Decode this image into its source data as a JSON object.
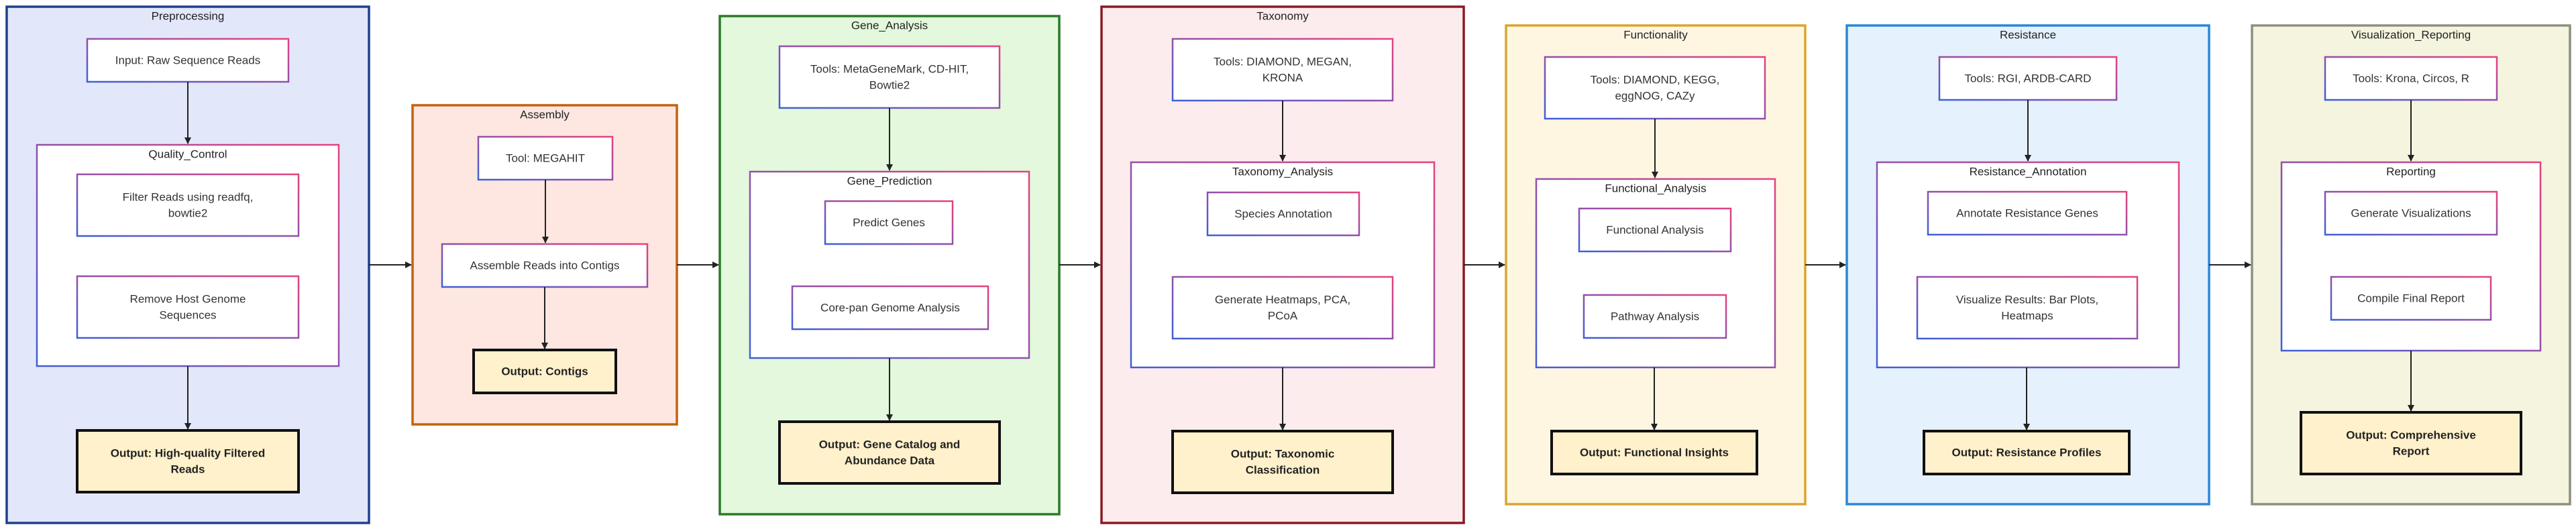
{
  "theme": {
    "node_gradient": [
      "#3f5fd6",
      "#e5427e"
    ],
    "output_fill": "#fff1cc",
    "output_stroke": "#111111",
    "edge_color": "#222222"
  },
  "groups": [
    {
      "id": "preprocessing",
      "title": "Preprocessing",
      "fill": "#e2e8fa",
      "stroke": "#1f3f91",
      "subgroup": {
        "title": "Quality_Control",
        "nodes": [
          [
            "Filter Reads using readfq,",
            "bowtie2"
          ],
          [
            "Remove Host Genome",
            "Sequences"
          ]
        ]
      },
      "input": [
        "Input: Raw Sequence Reads"
      ],
      "output": [
        "Output: High-quality Filtered",
        "Reads"
      ]
    },
    {
      "id": "assembly",
      "title": "Assembly",
      "fill": "#fde7e0",
      "stroke": "#c4610f",
      "tool": [
        "Tool: MEGAHIT"
      ],
      "nodes": [
        [
          "Assemble Reads into Contigs"
        ]
      ],
      "output": [
        "Output: Contigs"
      ]
    },
    {
      "id": "gene-analysis",
      "title": "Gene_Analysis",
      "fill": "#e3f8dc",
      "stroke": "#2a7a2a",
      "tool": [
        "Tools: MetaGeneMark, CD-HIT,",
        "Bowtie2"
      ],
      "subgroup": {
        "title": "Gene_Prediction",
        "nodes": [
          [
            "Predict Genes"
          ],
          [
            "Core-pan Genome Analysis"
          ]
        ]
      },
      "output": [
        "Output: Gene Catalog and",
        "Abundance Data"
      ]
    },
    {
      "id": "taxonomy",
      "title": "Taxonomy",
      "fill": "#fdeced",
      "stroke": "#8a1a25",
      "tool": [
        "Tools: DIAMOND, MEGAN,",
        "KRONA"
      ],
      "subgroup": {
        "title": "Taxonomy_Analysis",
        "nodes": [
          [
            "Species Annotation"
          ],
          [
            "Generate Heatmaps, PCA,",
            "PCoA"
          ]
        ]
      },
      "output": [
        "Output: Taxonomic",
        "Classification"
      ]
    },
    {
      "id": "functionality",
      "title": "Functionality",
      "fill": "#fff6e2",
      "stroke": "#d9a52f",
      "tool": [
        "Tools: DIAMOND, KEGG,",
        "eggNOG, CAZy"
      ],
      "subgroup": {
        "title": "Functional_Analysis",
        "nodes": [
          [
            "Functional Analysis"
          ],
          [
            "Pathway Analysis"
          ]
        ]
      },
      "output": [
        "Output: Functional Insights"
      ]
    },
    {
      "id": "resistance",
      "title": "Resistance",
      "fill": "#e5f1fd",
      "stroke": "#2b86d8",
      "tool": [
        "Tools: RGI, ARDB-CARD"
      ],
      "subgroup": {
        "title": "Resistance_Annotation",
        "nodes": [
          [
            "Annotate Resistance Genes"
          ],
          [
            "Visualize Results: Bar Plots,",
            "Heatmaps"
          ]
        ]
      },
      "output": [
        "Output: Resistance Profiles"
      ]
    },
    {
      "id": "visualization-reporting",
      "title": "Visualization_Reporting",
      "fill": "#f4f4df",
      "stroke": "#8f8f80",
      "tool": [
        "Tools: Krona, Circos, R"
      ],
      "subgroup": {
        "title": "Reporting",
        "nodes": [
          [
            "Generate Visualizations"
          ],
          [
            "Compile Final Report"
          ]
        ]
      },
      "output": [
        "Output: Comprehensive",
        "Report"
      ]
    }
  ]
}
